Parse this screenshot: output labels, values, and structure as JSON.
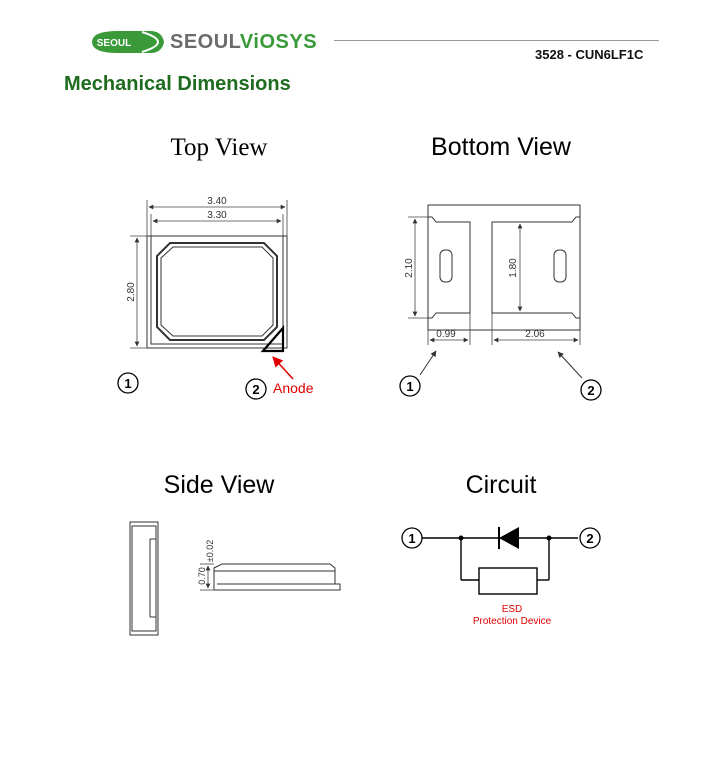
{
  "header": {
    "logo_badge": "SEOUL",
    "brand_name": "SEOUL",
    "brand_accent": "ViOSYS",
    "part_number": "3528  - CUN6LF1C"
  },
  "section_title": "Mechanical Dimensions",
  "views": {
    "top": {
      "title": "Top View",
      "dim_width_outer": "3.40",
      "dim_width_inner": "3.30",
      "dim_height": "2.80",
      "pin1": "1",
      "pin2": "2",
      "anode_label": "Anode"
    },
    "bottom": {
      "title": "Bottom View",
      "dim_height_outer": "2.10",
      "dim_height_inner": "1.80",
      "dim_pad_left": "0.99",
      "dim_pad_right": "2.06",
      "pin1": "1",
      "pin2": "2"
    },
    "side": {
      "title": "Side View",
      "dim_thickness": "0.70",
      "dim_tolerance": "±0.02"
    },
    "circuit": {
      "title": "Circuit",
      "pin1": "1",
      "pin2": "2",
      "esd_label_line1": "ESD",
      "esd_label_line2": "Protection Device"
    }
  },
  "colors": {
    "brand_green": "#3a9a3a",
    "title_green": "#1f6b1f",
    "annotation_red": "#e00000"
  }
}
